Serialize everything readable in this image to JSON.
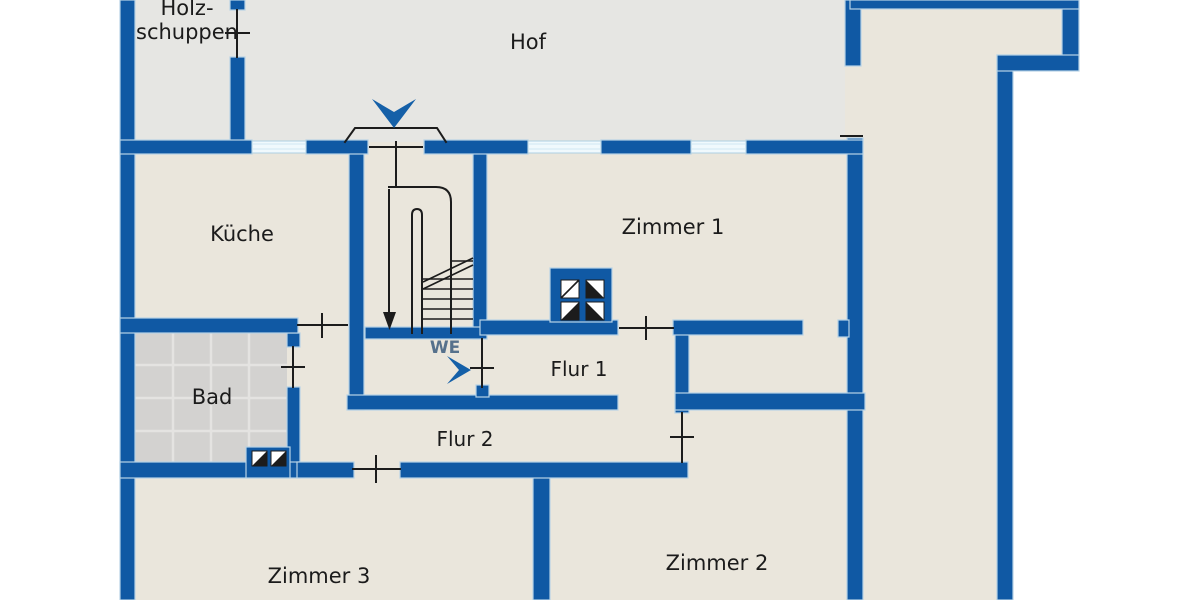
{
  "floorplan": {
    "type": "floor-plan",
    "language": "de",
    "rooms": {
      "holzschuppen": {
        "label_line1": "Holz-",
        "label_line2": "schuppen"
      },
      "hof": {
        "label": "Hof"
      },
      "kueche": {
        "label": "Küche"
      },
      "zimmer1": {
        "label": "Zimmer 1"
      },
      "flur1": {
        "label": "Flur 1"
      },
      "flur2": {
        "label": "Flur 2"
      },
      "bad": {
        "label": "Bad"
      },
      "zimmer3": {
        "label": "Zimmer 3"
      },
      "zimmer2": {
        "label": "Zimmer 2"
      }
    },
    "entrance": {
      "label": "WE"
    },
    "icons": {
      "entrance_arrow": "chevron-down-arrow",
      "we_arrow": "chevron-right-arrow",
      "staircase": "stair-run-with-down-arrow",
      "chimney_large": "chimney-4-flue",
      "chimney_small": "chimney-2-flue",
      "windows": "double-line-window",
      "doors": "line-and-tick-door"
    },
    "colors": {
      "wall": "#1059a4",
      "wall_edge": "#b7d3e6",
      "room_fill": "#eae6dc",
      "courtyard_fill": "#e6e6e3",
      "tile_fill": "#d3d2d0",
      "tile_grout": "#e4e3e1",
      "window_fill": "#f0f9fd",
      "line": "#1c1c1c",
      "entrance_text": "#56718c",
      "arrow": "#1560a8",
      "background": "#ffffff"
    }
  }
}
